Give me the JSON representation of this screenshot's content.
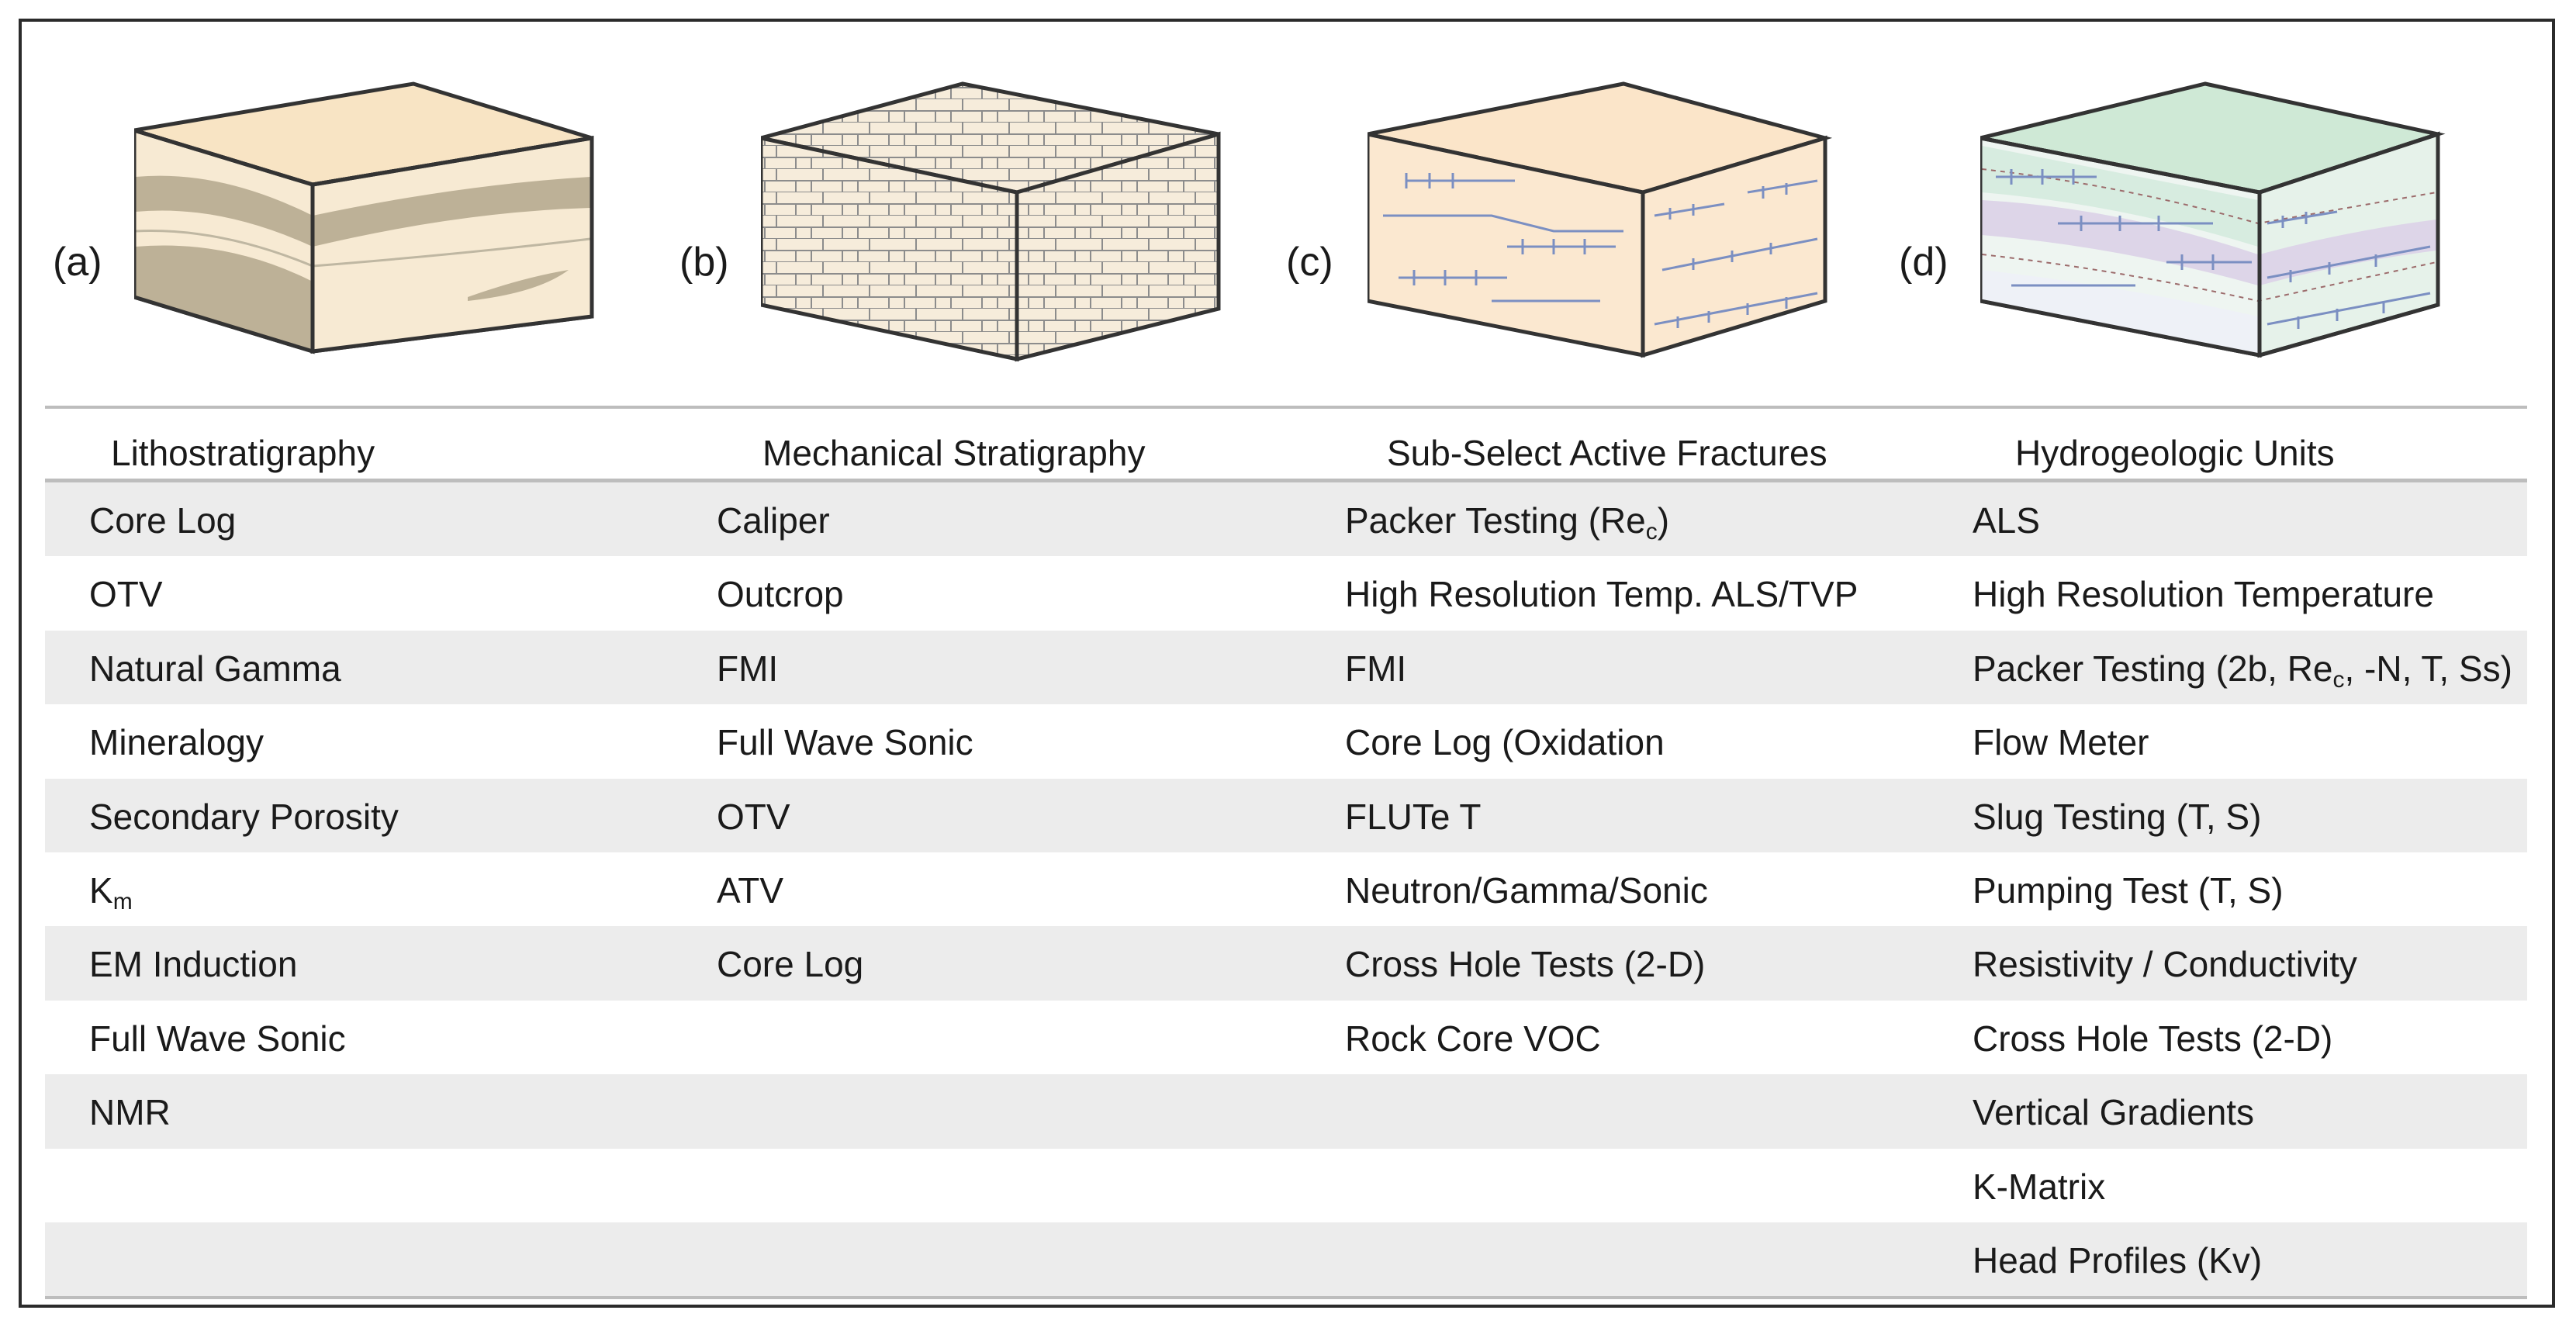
{
  "panels": [
    {
      "label": "(a)"
    },
    {
      "label": "(b)"
    },
    {
      "label": "(c)"
    },
    {
      "label": "(d)"
    }
  ],
  "table": {
    "headers": [
      "Lithostratigraphy",
      "Mechanical Stratigraphy",
      "Sub-Select Active Fractures",
      "Hydrogeologic Units"
    ],
    "rows": [
      [
        "Core Log",
        "Caliper",
        "Packer Testing (Re_c)",
        "ALS"
      ],
      [
        "OTV",
        "Outcrop",
        "High Resolution Temp. ALS/TVP",
        "High Resolution Temperature"
      ],
      [
        "Natural Gamma",
        "FMI",
        "FMI",
        "Packer Testing (2b, Re_c, -N, T, Ss)"
      ],
      [
        "Mineralogy",
        "Full Wave Sonic",
        "Core Log (Oxidation",
        "Flow Meter"
      ],
      [
        "Secondary Porosity",
        "OTV",
        "FLUTe T",
        "Slug Testing (T, S)"
      ],
      [
        "K_m",
        "ATV",
        "Neutron/Gamma/Sonic",
        "Pumping Test (T, S)"
      ],
      [
        "EM Induction",
        "Core Log",
        "Cross Hole Tests (2-D)",
        "Resistivity / Conductivity"
      ],
      [
        "Full Wave Sonic",
        "",
        "Rock Core VOC",
        "Cross Hole Tests (2-D)"
      ],
      [
        "NMR",
        "",
        "",
        "Vertical Gradients"
      ],
      [
        "",
        "",
        "",
        "K-Matrix"
      ],
      [
        "",
        "",
        "",
        "Head Profiles (Kv)"
      ]
    ]
  },
  "colors": {
    "sand_top": "#f8e4c4",
    "sand_light": "#f7ead3",
    "sand_dark": "#bdb197",
    "fracture_blue": "#7b8fc2",
    "hydro_green": "#cfe9d6",
    "hydro_purple": "#ddd5e8",
    "row_alt": "#ececec",
    "rule": "#bdbdbd"
  }
}
